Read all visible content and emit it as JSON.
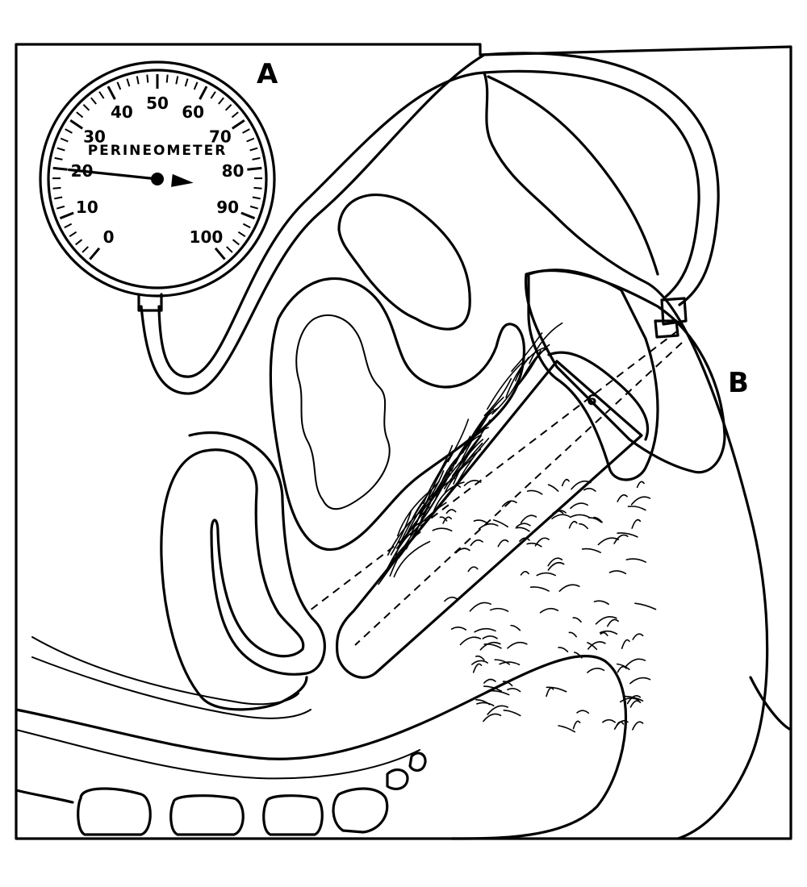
{
  "labels": {
    "gauge": "A",
    "probe": "B"
  },
  "gauge": {
    "name": "PERINEOMETER",
    "scale_min": 0,
    "scale_max": 100,
    "ticks": [
      "0",
      "10",
      "20",
      "30",
      "40",
      "50",
      "60",
      "70",
      "80",
      "90",
      "100"
    ],
    "needle_value": 20
  },
  "probe_mark": "6"
}
